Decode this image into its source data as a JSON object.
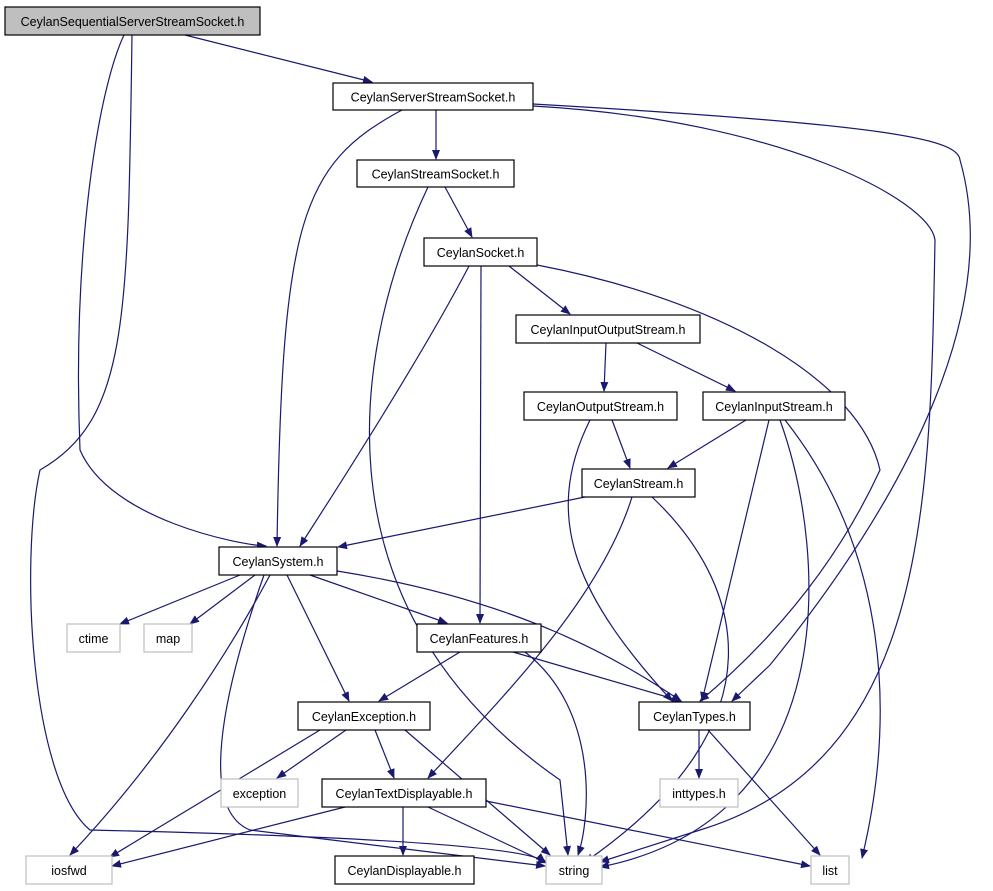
{
  "colors": {
    "edge": "#191970",
    "root_fill": "#bfbfbf",
    "project_border": "#000000",
    "system_border": "#bfbfbf",
    "background": "#ffffff"
  },
  "nodes": {
    "root": {
      "label": "CeylanSequentialServerStreamSocket.h",
      "kind": "root"
    },
    "server": {
      "label": "CeylanServerStreamSocket.h",
      "kind": "project"
    },
    "streamsocket": {
      "label": "CeylanStreamSocket.h",
      "kind": "project"
    },
    "socket": {
      "label": "CeylanSocket.h",
      "kind": "project"
    },
    "iostream": {
      "label": "CeylanInputOutputStream.h",
      "kind": "project"
    },
    "outstream": {
      "label": "CeylanOutputStream.h",
      "kind": "project"
    },
    "instream": {
      "label": "CeylanInputStream.h",
      "kind": "project"
    },
    "stream": {
      "label": "CeylanStream.h",
      "kind": "project"
    },
    "system": {
      "label": "CeylanSystem.h",
      "kind": "project"
    },
    "ctime": {
      "label": "ctime",
      "kind": "system"
    },
    "map": {
      "label": "map",
      "kind": "system"
    },
    "features": {
      "label": "CeylanFeatures.h",
      "kind": "project"
    },
    "types": {
      "label": "CeylanTypes.h",
      "kind": "project"
    },
    "exception": {
      "label": "CeylanException.h",
      "kind": "project"
    },
    "exc": {
      "label": "exception",
      "kind": "system"
    },
    "textdisp": {
      "label": "CeylanTextDisplayable.h",
      "kind": "project"
    },
    "inttypes": {
      "label": "inttypes.h",
      "kind": "system"
    },
    "iosfwd": {
      "label": "iosfwd",
      "kind": "system"
    },
    "disp": {
      "label": "CeylanDisplayable.h",
      "kind": "project"
    },
    "string": {
      "label": "string",
      "kind": "system"
    },
    "list": {
      "label": "list",
      "kind": "system"
    }
  },
  "edges": [
    [
      "root",
      "server"
    ],
    [
      "root",
      "system"
    ],
    [
      "root",
      "string"
    ],
    [
      "server",
      "streamsocket"
    ],
    [
      "server",
      "system"
    ],
    [
      "server",
      "types"
    ],
    [
      "server",
      "string"
    ],
    [
      "streamsocket",
      "socket"
    ],
    [
      "streamsocket",
      "string"
    ],
    [
      "socket",
      "iostream"
    ],
    [
      "socket",
      "system"
    ],
    [
      "socket",
      "features"
    ],
    [
      "socket",
      "types"
    ],
    [
      "iostream",
      "outstream"
    ],
    [
      "iostream",
      "instream"
    ],
    [
      "outstream",
      "stream"
    ],
    [
      "outstream",
      "types"
    ],
    [
      "instream",
      "stream"
    ],
    [
      "instream",
      "types"
    ],
    [
      "instream",
      "string"
    ],
    [
      "instream",
      "list"
    ],
    [
      "stream",
      "system"
    ],
    [
      "stream",
      "textdisp"
    ],
    [
      "stream",
      "string"
    ],
    [
      "system",
      "ctime"
    ],
    [
      "system",
      "map"
    ],
    [
      "system",
      "features"
    ],
    [
      "system",
      "types"
    ],
    [
      "system",
      "exception"
    ],
    [
      "system",
      "iosfwd"
    ],
    [
      "system",
      "string"
    ],
    [
      "features",
      "exception"
    ],
    [
      "features",
      "types"
    ],
    [
      "features",
      "string"
    ],
    [
      "types",
      "inttypes"
    ],
    [
      "types",
      "list"
    ],
    [
      "exception",
      "exc"
    ],
    [
      "exception",
      "textdisp"
    ],
    [
      "exception",
      "iosfwd"
    ],
    [
      "exception",
      "string"
    ],
    [
      "textdisp",
      "disp"
    ],
    [
      "textdisp",
      "iosfwd"
    ],
    [
      "textdisp",
      "string"
    ],
    [
      "textdisp",
      "list"
    ]
  ]
}
